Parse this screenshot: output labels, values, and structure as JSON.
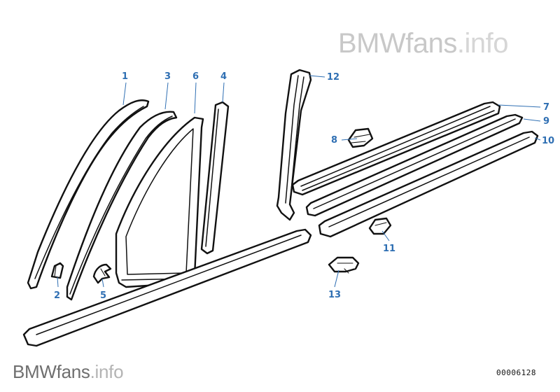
{
  "watermark": {
    "top_brand": "BMWfans",
    "top_suffix": ".info",
    "bottom_brand": "BMWfans",
    "bottom_suffix": ".info"
  },
  "diagram_id": "00006128",
  "colors": {
    "callout": "#2f6fb3",
    "line_art": "#111111",
    "watermark": "#c8c8c8"
  },
  "callouts": {
    "c1": "1",
    "c2": "2",
    "c3": "3",
    "c4": "4",
    "c5": "5",
    "c6": "6",
    "c7": "7",
    "c8": "8",
    "c9": "9",
    "c10": "10",
    "c11": "11",
    "c12": "12",
    "c13": "13"
  }
}
